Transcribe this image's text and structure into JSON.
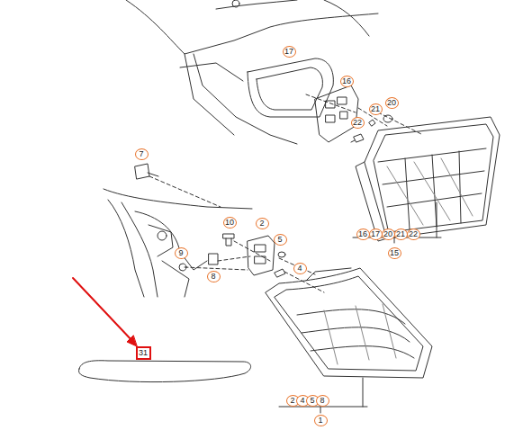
{
  "diagram": {
    "labels": [
      "17",
      "16",
      "20",
      "21",
      "22",
      "16",
      "17",
      "20",
      "21",
      "22",
      "15",
      "7",
      "10",
      "2",
      "5",
      "9",
      "8",
      "4",
      "31",
      "2",
      "4",
      "5",
      "8",
      "1"
    ]
  }
}
